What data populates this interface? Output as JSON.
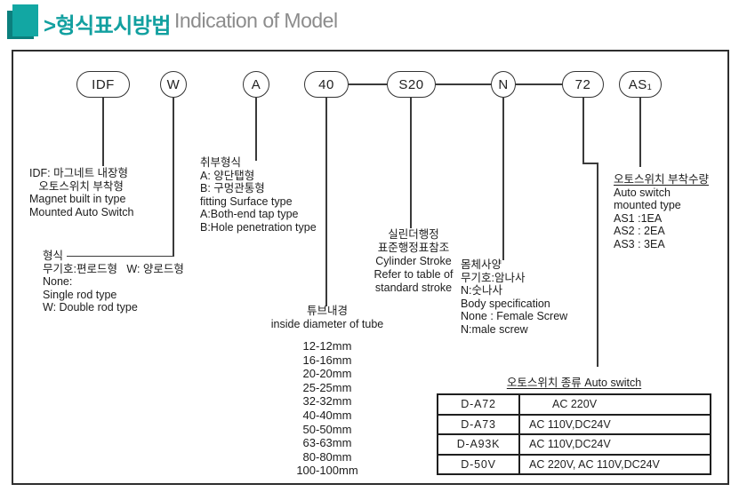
{
  "header": {
    "title_ko": ">형식표시방법",
    "title_en": "Indication of Model",
    "accent_color": "#12a7a3",
    "accent_dark": "#0b7f7d"
  },
  "model_code": {
    "segments": [
      {
        "label": "IDF"
      },
      {
        "label": "W"
      },
      {
        "label": "A"
      },
      {
        "label": "40"
      },
      {
        "label": "S20"
      },
      {
        "label": "N"
      },
      {
        "label": "72"
      },
      {
        "label": "AS",
        "sub": "1"
      }
    ]
  },
  "annotations": {
    "magnet": {
      "lines": [
        "IDF: 마그네트 내장형",
        "   오토스위치 부착형",
        "Magnet built in type",
        "Mounted Auto Switch"
      ]
    },
    "rod_type": {
      "lines": [
        "형식",
        "무기호:편로드형   W: 양로드형",
        "None:",
        "Single rod type",
        "W: Double rod type"
      ]
    },
    "mounting": {
      "lines": [
        "취부형식",
        "A: 양단탭형",
        "B: 구멍관통형",
        "fitting Surface type",
        "A:Both-end tap type",
        "B:Hole penetration type"
      ]
    },
    "tube": {
      "title_lines": [
        "튜브내경",
        "inside diameter of tube"
      ],
      "sizes": [
        "12-12mm",
        "16-16mm",
        "20-20mm",
        "25-25mm",
        "32-32mm",
        "40-40mm",
        "50-50mm",
        "63-63mm",
        "80-80mm",
        "100-100mm"
      ]
    },
    "stroke": {
      "lines": [
        "실린더행정",
        "표준행정표참조",
        "Cylinder Stroke",
        "Refer to table of",
        "standard stroke"
      ]
    },
    "body_spec": {
      "lines": [
        "몸체사양",
        "무기호:암나사",
        "N:숫나사",
        "Body specification",
        "None : Female Screw",
        "N:male screw"
      ]
    },
    "auto_switch_qty": {
      "title": "오토스위치 부착수량",
      "lines": [
        "Auto switch",
        "mounted type",
        "AS1 :1EA",
        "AS2 : 2EA",
        "AS3 : 3EA"
      ]
    }
  },
  "auto_switch_table": {
    "title": "오토스위치 종류 Auto switch",
    "rows": [
      {
        "model": "D-A72",
        "voltage": "AC 220V"
      },
      {
        "model": "D-A73",
        "voltage": "AC 110V,DC24V"
      },
      {
        "model": "D-A93K",
        "voltage": "AC 110V,DC24V"
      },
      {
        "model": "D-50V",
        "voltage": "AC 220V, AC 110V,DC24V"
      }
    ]
  }
}
